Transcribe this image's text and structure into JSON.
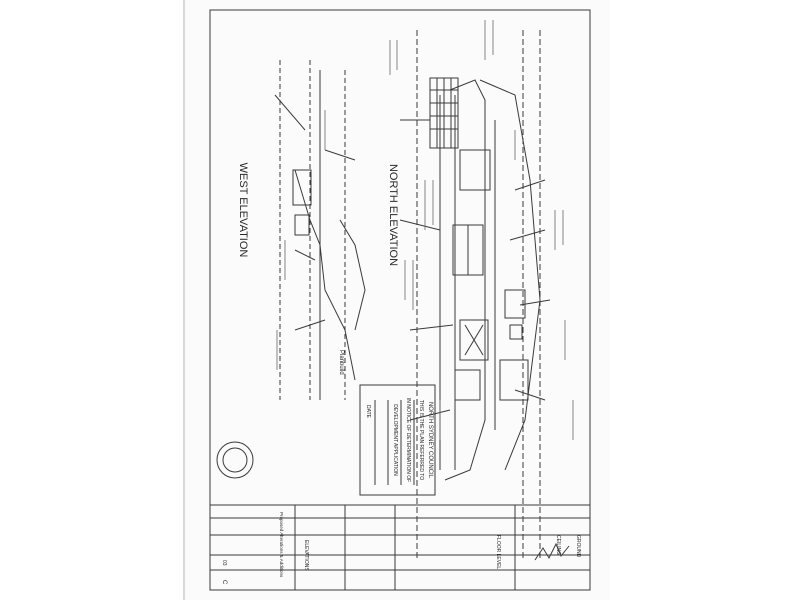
{
  "drawing": {
    "north_title": "NORTH ELEVATION",
    "west_title": "WEST ELEVATION",
    "stamp": {
      "council": "NORTH SYDNEY COUNCIL",
      "line1": "THIS IS THE PLAN REFERRED TO",
      "line2": "IN NOTICE OF DETERMINATION OF",
      "line3": "DEVELOPMENT APPLICATION",
      "date_label": "DATE"
    },
    "level_labels": [
      "CEILING",
      "FLOOR LEVEL",
      "GROUND"
    ],
    "title_block": {
      "firm": "Planbuild",
      "project": "Proposed Alterations & Additions",
      "drawing": "ELEVATIONS",
      "sheet_no": "03",
      "revision": "C"
    }
  },
  "colors": {
    "ink": "#3a3a3a",
    "paper": "#fbfbfb",
    "background": "#ffffff"
  }
}
